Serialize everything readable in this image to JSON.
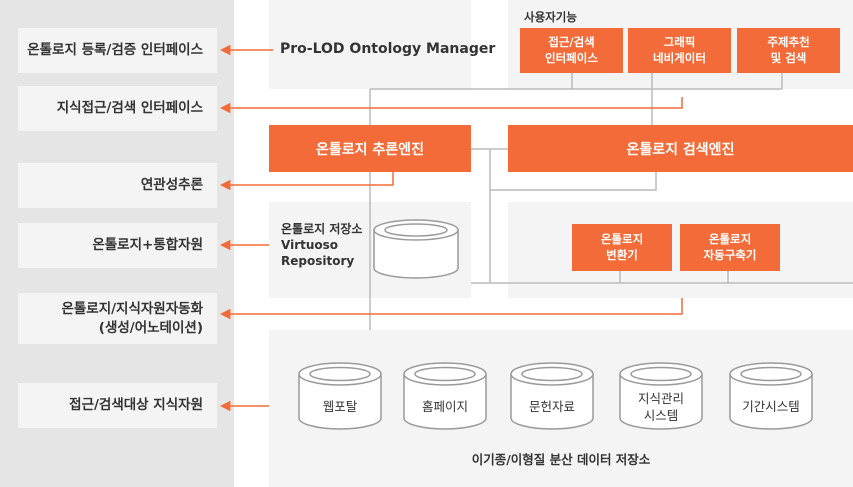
{
  "left": {
    "items": [
      "온톨로지 등록/검증 인터페이스",
      "지식접근/검색 인터페이스",
      "연관성추론",
      "온톨로지+통합자원",
      "온톨로지/지식자원자동화\n(생성/어노테이션)",
      "접근/검색대상 지식자원"
    ]
  },
  "manager": {
    "title": "Pro-LOD Ontology Manager"
  },
  "user_functions": {
    "title": "사용자기능",
    "items": [
      "접근/검색\n인터페이스",
      "그래픽\n네비게이터",
      "주제추천\n및 검색"
    ]
  },
  "engines": {
    "reasoning": "온톨로지 추론엔진",
    "search": "온톨로지 검색엔진"
  },
  "repository": {
    "label": "온톨로지 저장소\nVirtuoso\nRepository"
  },
  "auto": {
    "items": [
      "온톨로지\n변환기",
      "온톨로지\n자동구축기"
    ]
  },
  "storage": {
    "title": "이기종/이형질 분산 데이터 저장소",
    "items": [
      "웹포탈",
      "홈페이지",
      "문헌자료",
      "지식관리\n시스템",
      "기간시스템"
    ]
  },
  "colors": {
    "accent": "#f26b38",
    "panel": "#f4f4f4",
    "column": "#e5e5e5"
  }
}
